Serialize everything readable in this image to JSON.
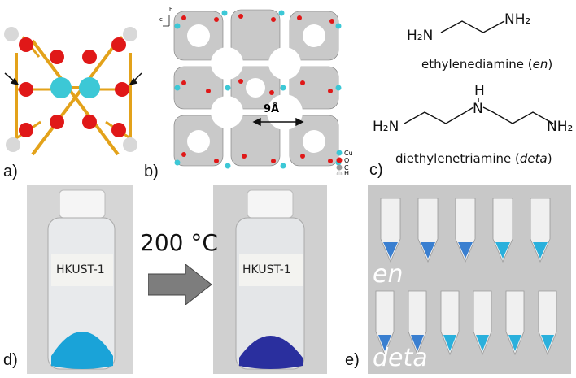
{
  "panels": {
    "a": {
      "label": "a)"
    },
    "b": {
      "label": "b)",
      "pore": "9Å",
      "axes": {
        "c": "c",
        "b": "b"
      },
      "legend": [
        "Cu",
        "O",
        "C",
        "H"
      ]
    },
    "c": {
      "label": "c)",
      "en": {
        "left": "H₂N",
        "right": "NH₂",
        "name": "ethylenediamine (",
        "abbr": "en",
        "close": ")"
      },
      "deta": {
        "left": "H₂N",
        "mid": "H",
        "n": "N",
        "right": "NH₂",
        "name": "diethylenetriamine (",
        "abbr": "deta",
        "close": ")"
      }
    },
    "d": {
      "label": "d)",
      "vial_text_1": "HKUST-1",
      "vial_text_2": "HKUST-1",
      "temperature": "200 °C"
    },
    "e": {
      "label": "e)",
      "row1": "en",
      "row2": "deta"
    }
  },
  "colors": {
    "cu": "#3cc8d6",
    "o": "#e01818",
    "c": "#a8a8a8",
    "h": "#e6e6e6",
    "bond": "#e3a21a",
    "powder_before": "#1aa3d8",
    "powder_after": "#2a2f9e"
  }
}
